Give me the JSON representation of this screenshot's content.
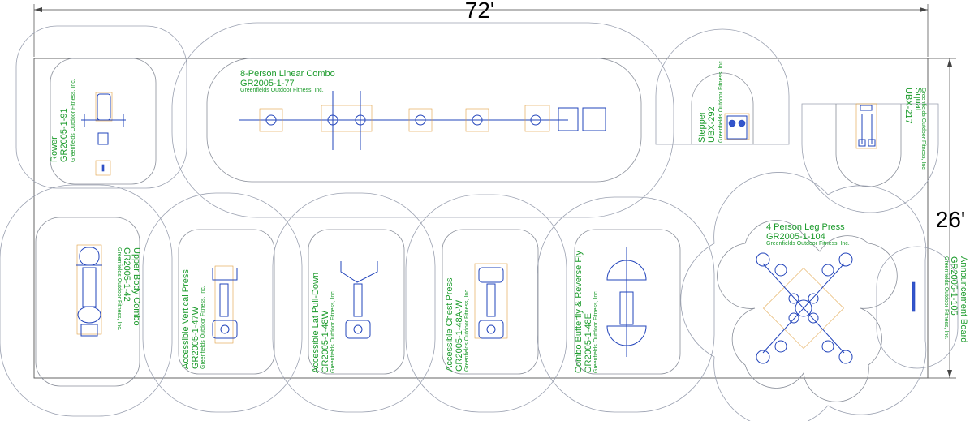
{
  "dimensions": {
    "width_label": "72'",
    "height_label": "26'"
  },
  "manufacturer": "Greenfields Outdoor Fitness, Inc.",
  "equipment": [
    {
      "id": "rower",
      "name": "Rower",
      "code": "GR2005-1-91"
    },
    {
      "id": "linear",
      "name": "8-Person Linear Combo",
      "code": "GR2005-1-77"
    },
    {
      "id": "stepper",
      "name": "Stepper",
      "code": "UBX-292"
    },
    {
      "id": "squat",
      "name": "Squat",
      "code": "UBX-217"
    },
    {
      "id": "upper",
      "name": "Upper Body Combo",
      "code": "GR2005-1-42"
    },
    {
      "id": "vpress",
      "name": "Accessible Vertical Press",
      "code": "GR2005-1-47W"
    },
    {
      "id": "latpull",
      "name": "Accessible Lat Pull-Down",
      "code": "GR2005-1-48W"
    },
    {
      "id": "chest",
      "name": "Accessible Chest Press",
      "code": "GR2005-1-48A-W"
    },
    {
      "id": "fly",
      "name": "Combo Butterfly & Reverse Fly",
      "code": "GR2005-1-48E"
    },
    {
      "id": "legpress",
      "name": "4 Person Leg Press",
      "code": "GR2005-1-104"
    },
    {
      "id": "board",
      "name": "Announcement Board",
      "code": "GR2005-1-105"
    }
  ]
}
